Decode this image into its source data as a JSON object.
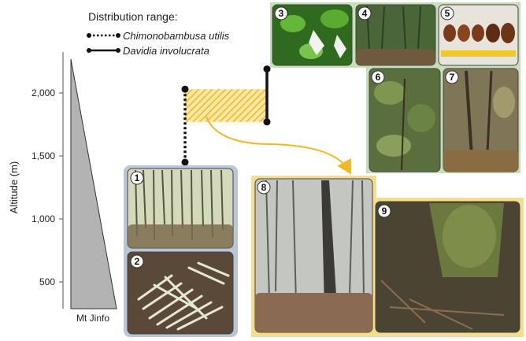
{
  "legend": {
    "title": "Distribution range:",
    "items": [
      {
        "name": "Chimonobambusa utilis",
        "line": "dotted"
      },
      {
        "name": "Davidia involucrata",
        "line": "solid"
      }
    ]
  },
  "axis": {
    "label": "Altitude (m)",
    "ticks": [
      "2,000",
      "1,500",
      "1,000",
      "500"
    ]
  },
  "mountain_label": "Mt Jinfo",
  "photo_numbers": [
    "1",
    "2",
    "3",
    "4",
    "5",
    "6",
    "7",
    "8",
    "9"
  ],
  "colors": {
    "blue_panel": "#b8c6d8",
    "green_panel": "#c6dfb8",
    "yellow_panel": "#f5dd8c",
    "overlap": "#f2c12e",
    "mountain": "#b3b3b3"
  },
  "chart_data": {
    "type": "range",
    "y_label": "Altitude (m)",
    "y_ticks": [
      500,
      1000,
      1500,
      2000
    ],
    "ranges": [
      {
        "species": "Chimonobambusa utilis",
        "min": 1450,
        "max": 2030
      },
      {
        "species": "Davidia involucrata",
        "min": 1770,
        "max": 2190
      }
    ],
    "overlap": {
      "min": 1770,
      "max": 2030
    }
  }
}
